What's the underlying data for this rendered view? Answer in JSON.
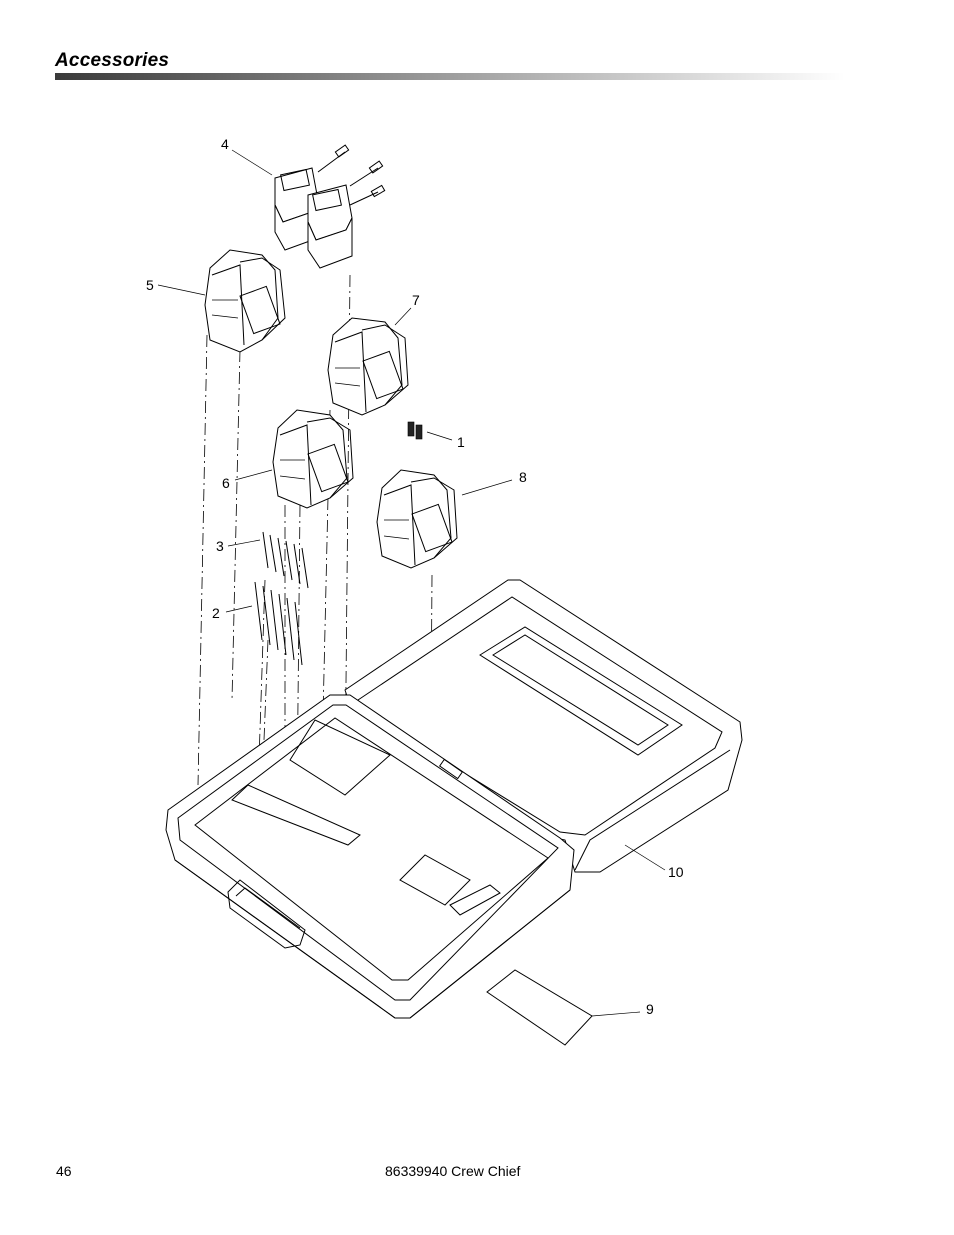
{
  "header": {
    "title": "Accessories"
  },
  "figure": {
    "callouts": [
      "1",
      "2",
      "3",
      "4",
      "5",
      "6",
      "7",
      "8",
      "9",
      "10"
    ]
  },
  "footer": {
    "page_number": "46",
    "document": "86339940  Crew Chief"
  }
}
